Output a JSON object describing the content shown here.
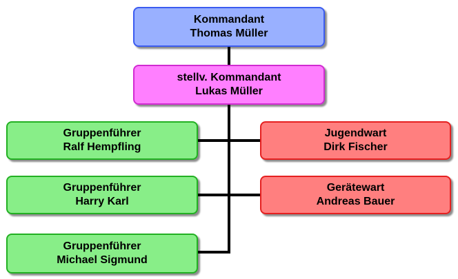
{
  "org_chart": {
    "nodes": [
      {
        "id": "kommandant",
        "role": "Kommandant",
        "name": "Thomas Müller",
        "color": "#99b0ff"
      },
      {
        "id": "stellv",
        "role": "stellv. Kommandant",
        "name": "Lukas Müller",
        "color": "#ff7fff"
      },
      {
        "id": "gf1",
        "role": "Gruppenführer",
        "name": "Ralf Hempfling",
        "color": "#88ee88"
      },
      {
        "id": "gf2",
        "role": "Gruppenführer",
        "name": "Harry Karl",
        "color": "#88ee88"
      },
      {
        "id": "gf3",
        "role": "Gruppenführer",
        "name": "Michael Sigmund",
        "color": "#88ee88"
      },
      {
        "id": "jugendwart",
        "role": "Jugendwart",
        "name": "Dirk Fischer",
        "color": "#ff7f7f"
      },
      {
        "id": "geraetewart",
        "role": "Gerätewart",
        "name": "Andreas Bauer",
        "color": "#ff7f7f"
      }
    ],
    "edges": [
      [
        "kommandant",
        "stellv"
      ],
      [
        "stellv",
        "gf1"
      ],
      [
        "stellv",
        "gf2"
      ],
      [
        "stellv",
        "gf3"
      ],
      [
        "stellv",
        "jugendwart"
      ],
      [
        "stellv",
        "geraetewart"
      ]
    ]
  }
}
